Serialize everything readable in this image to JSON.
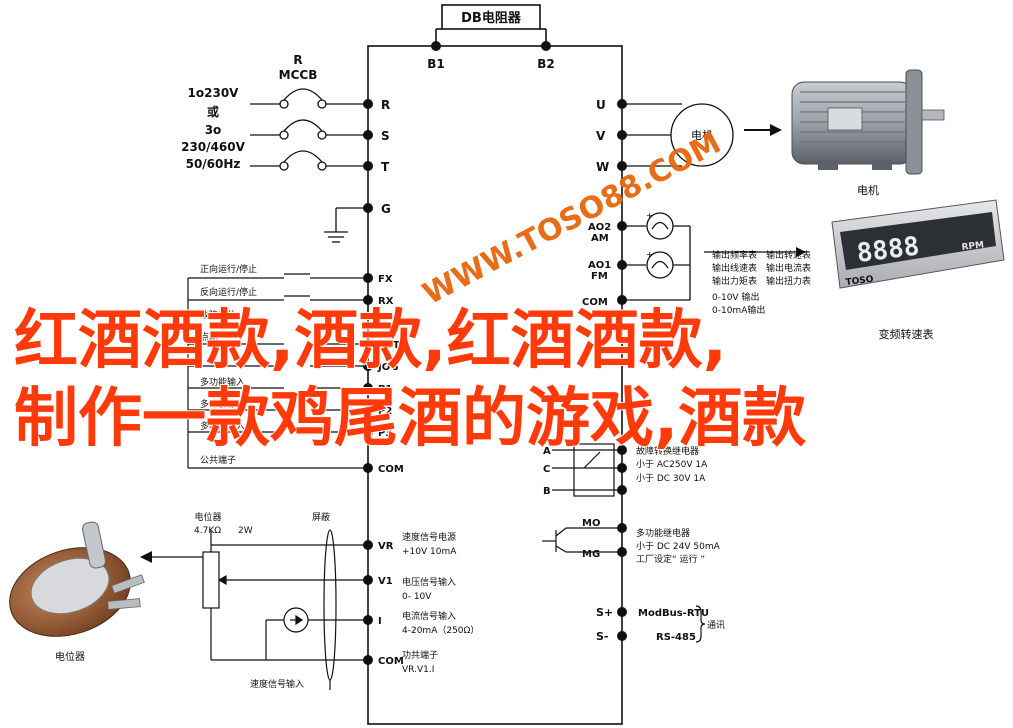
{
  "top_box": {
    "label": "DB电阻器",
    "b1": "B1",
    "b2": "B2"
  },
  "power_input": {
    "mccb_r": "R",
    "mccb": "MCCB",
    "lines": [
      "1o230V",
      "或",
      "3o",
      "230/460V",
      "50/60Hz"
    ]
  },
  "main_terminals": {
    "r": "R",
    "s": "S",
    "t": "T",
    "g": "G"
  },
  "motor_terminals": {
    "u": "U",
    "v": "V",
    "w": "W",
    "circle_label": "电机",
    "photo_label": "电机"
  },
  "analog_out": {
    "ao2": "AO2",
    "ao2_unit": "AM",
    "ao1": "AO1",
    "ao1_unit": "FM",
    "com": "COM",
    "desc": [
      "输出频率表",
      "输出线速表",
      "输出力矩表"
    ],
    "desc2": [
      "输出转速表",
      "输出电流表",
      "输出扭力表"
    ],
    "range": "0-10V 输出",
    "range2": "0-10mA输出"
  },
  "meter": {
    "display": "8888",
    "unit": "RPM",
    "brand": "TOSO",
    "label": "变频转速表"
  },
  "digital_inputs": {
    "items": [
      {
        "label": "正向运行/停止",
        "terminal": "FX"
      },
      {
        "label": "反向运行/停止",
        "terminal": "RX"
      },
      {
        "label": "故障复位",
        "terminal": "RST"
      },
      {
        "label": "点动",
        "terminal": "JOG"
      },
      {
        "label": "多功能输入",
        "terminal": "P1"
      },
      {
        "label": "多功能输入",
        "terminal": "P2"
      },
      {
        "label": "多功能输入",
        "terminal": "P3"
      }
    ],
    "common": {
      "label": "公共端子",
      "terminal": "COM"
    }
  },
  "relay": {
    "a": "A",
    "c": "C",
    "b": "B",
    "lines": [
      "故障转换继电器",
      "小于 AC250V 1A",
      "小于 DC 30V 1A"
    ]
  },
  "mo_output": {
    "mo": "MO",
    "mg": "MG",
    "lines": [
      "多功能继电器",
      "小于 DC 24V 50mA",
      "工厂设定“ 运行 ”"
    ]
  },
  "rs485": {
    "s_plus": "S+",
    "s_minus": "S-",
    "lines": [
      "ModBus-RTU",
      "RS-485"
    ],
    "bracket_label": "通讯"
  },
  "analog_in": {
    "pot_title": "电位器",
    "pot_spec": "4.7KΩ",
    "pot_power": "2W",
    "shield": "屏蔽",
    "items": [
      {
        "terminal": "VR",
        "lines": [
          "速度信号电源",
          "+10V 10mA"
        ]
      },
      {
        "terminal": "V1",
        "lines": [
          "电压信号输入",
          "0- 10V"
        ]
      },
      {
        "terminal": "I",
        "lines": [
          "电流信号输入",
          "4-20mA（250Ω）"
        ]
      },
      {
        "terminal": "COM",
        "lines": [
          "功共端子",
          "VR.V1.I"
        ]
      }
    ],
    "speed_input": "速度信号输入",
    "pot_photo_label": "电位器"
  },
  "watermark": "WWW.TOSO88.COM",
  "overlay": {
    "line1": "红酒酒款,酒款,红酒酒款,",
    "line2": "制作一款鸡尾酒的游戏,酒款"
  },
  "colors": {
    "accent": "#ff3a0a",
    "watermark": "#e8660d",
    "line": "#111111"
  }
}
